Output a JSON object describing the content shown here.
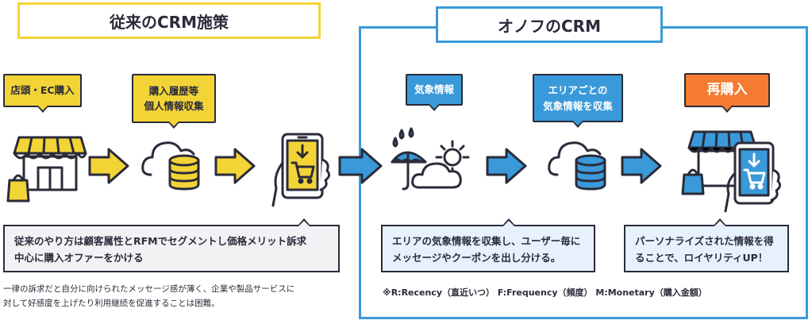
{
  "old": {
    "title": "従来のCRM施策",
    "bubbles": [
      {
        "label": "店頭・EC購入"
      },
      {
        "line1": "購入履歴等",
        "line2": "個人情報収集"
      }
    ],
    "description": {
      "line1": "従来のやり方は顧客属性とRFMでセグメントし価格メリット訴求",
      "line2": "中心に購入オファーをかける"
    },
    "note": {
      "line1": "一律の訴求だと自分に向けられたメッセージ感が薄く、企業や製品サービスに",
      "line2": "対して好感度を上げたり利用継続を促進することは困難。"
    }
  },
  "new": {
    "title": "オノフのCRM",
    "bubbles": [
      {
        "label": "気象情報"
      },
      {
        "line1": "エリアごとの",
        "line2": "気象情報を収集"
      },
      {
        "label": "再購入"
      }
    ],
    "description1": {
      "line1": "エリアの気象情報を収集し、ユーザー毎に",
      "line2": "メッセージやクーポンを出し分ける。"
    },
    "description2": {
      "line1": "パーソナライズされた情報を得",
      "line2": "ることで、ロイヤリティUP！"
    },
    "footnote": "※R:Recency（直近いつ） F:Frequency（頻度） M:Monetary（購入金額）"
  },
  "colors": {
    "yellow": "#f3d437",
    "blue": "#3a9ad9",
    "orange": "#f47b30",
    "dark": "#2b2b3a",
    "light_blue": "#e6f1fb",
    "light_gray": "#f2f2f4"
  },
  "icons": [
    "store-icon",
    "cloud-database-icon",
    "smartphone-cart-icon",
    "weather-icon",
    "store-phone-icon"
  ]
}
